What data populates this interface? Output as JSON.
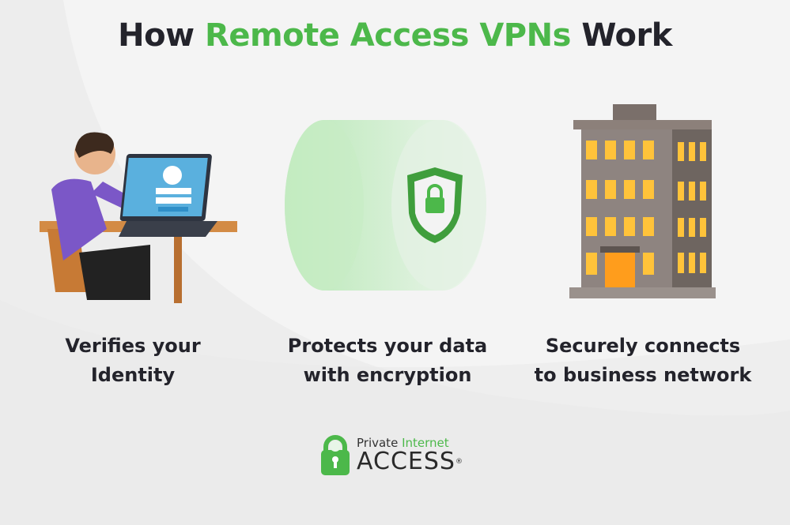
{
  "title": {
    "part1": "How ",
    "highlight": "Remote Access VPNs",
    "part2": " Work"
  },
  "steps": [
    {
      "line1": "Verifies your",
      "line2": "Identity",
      "icon": "person-laptop-icon"
    },
    {
      "line1": "Protects your data",
      "line2": "with encryption",
      "icon": "encrypted-tunnel-shield-icon"
    },
    {
      "line1": "Securely connects",
      "line2": "to business network",
      "icon": "office-building-icon"
    }
  ],
  "logo": {
    "line1a": "Private ",
    "line1b": "Internet",
    "line2": "ACCESS",
    "reg": "®"
  },
  "colors": {
    "accent": "#4cb84a",
    "text": "#23232b",
    "background": "#ededed"
  }
}
